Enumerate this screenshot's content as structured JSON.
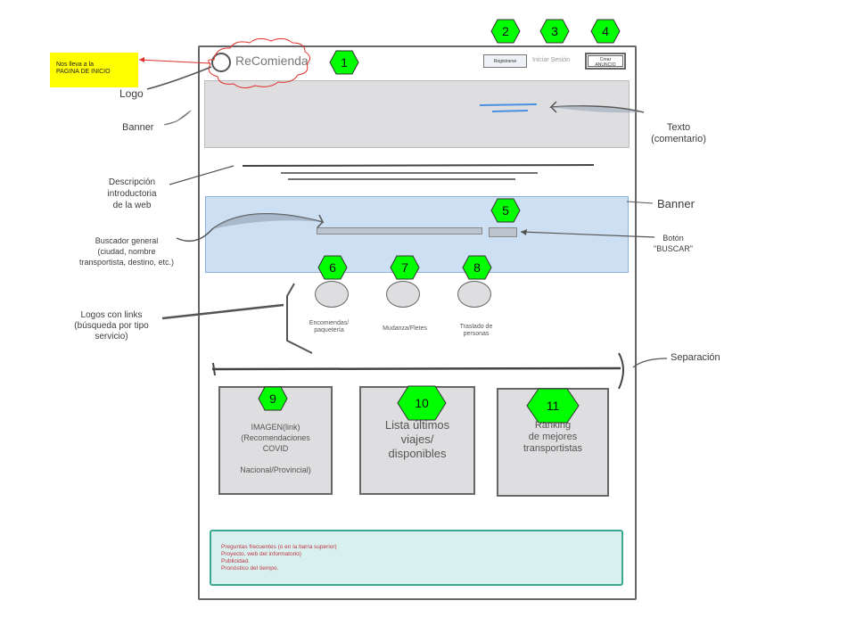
{
  "header": {
    "brand": "ReComienda",
    "register_label": "Registrarse",
    "login_label": "Iniciar Sesión",
    "create_ad_label_1": "Crear",
    "create_ad_label_2": "ANUNCIO"
  },
  "note": {
    "line1": "Nos    lleva    a    la",
    "line2": "PAGINA DE INICIO"
  },
  "services": {
    "parcels": [
      "Encomiendas/",
      "paquetería"
    ],
    "moving": "Mudanza/Fletes",
    "people": [
      "Traslado de",
      "personas"
    ]
  },
  "cards": {
    "covid": [
      "IMAGEN(link)",
      "(Recomendaciones",
      "COVID",
      "",
      "Nacional/Provincial)"
    ],
    "trips": [
      "Lista últimos",
      "viajes/",
      "disponibles"
    ],
    "ranking": [
      "Ranking",
      "de mejores",
      "transportistas"
    ]
  },
  "footer": [
    "Preguntas frecuentes (o en la barra superior)",
    "Proyecto, web del informatorio)",
    "Publicidad.",
    "Pronóstico del tiempo."
  ],
  "annotations": {
    "logo": "Logo",
    "banner_top": "Banner",
    "texto": [
      "Texto",
      "(comentario)"
    ],
    "descripcion": [
      "Descripción",
      "introductoria",
      "de la web"
    ],
    "banner_right": "Banner",
    "buscador": [
      "Buscador general",
      "(ciudad, nombre",
      "transportista, destino, etc.)"
    ],
    "boton": [
      "Botón",
      "\"BUSCAR\""
    ],
    "logos_links": [
      "Logos con links",
      "(búsqueda por tipo",
      "servicio)"
    ],
    "separacion": "Separación"
  },
  "badges": [
    "1",
    "2",
    "3",
    "4",
    "5",
    "6",
    "7",
    "8",
    "9",
    "10",
    "11"
  ],
  "colors": {
    "badge": "#00ff00",
    "note": "#ffff00",
    "banner_search": "#cde0f3",
    "footer_bg": "#d9f1ee",
    "footer_text": "#c0354b",
    "cloud": "#e0302a"
  }
}
